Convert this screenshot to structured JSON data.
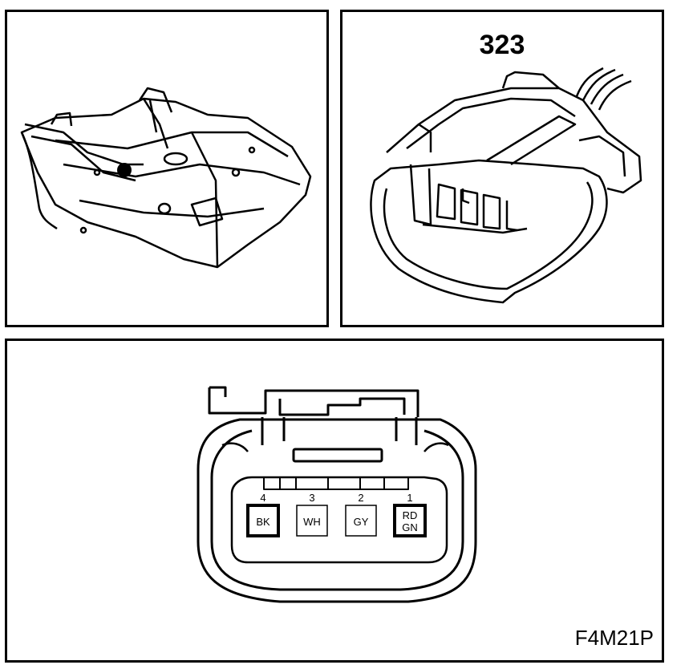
{
  "connector": {
    "number": "323"
  },
  "pinout": {
    "pins": [
      {
        "number": "4",
        "color": [
          "BK"
        ],
        "highlight": true
      },
      {
        "number": "3",
        "color": [
          "WH"
        ],
        "highlight": false
      },
      {
        "number": "2",
        "color": [
          "GY"
        ],
        "highlight": false
      },
      {
        "number": "1",
        "color": [
          "RD",
          "GN"
        ],
        "highlight": true
      }
    ]
  },
  "figure": {
    "id": "F4M21P"
  }
}
